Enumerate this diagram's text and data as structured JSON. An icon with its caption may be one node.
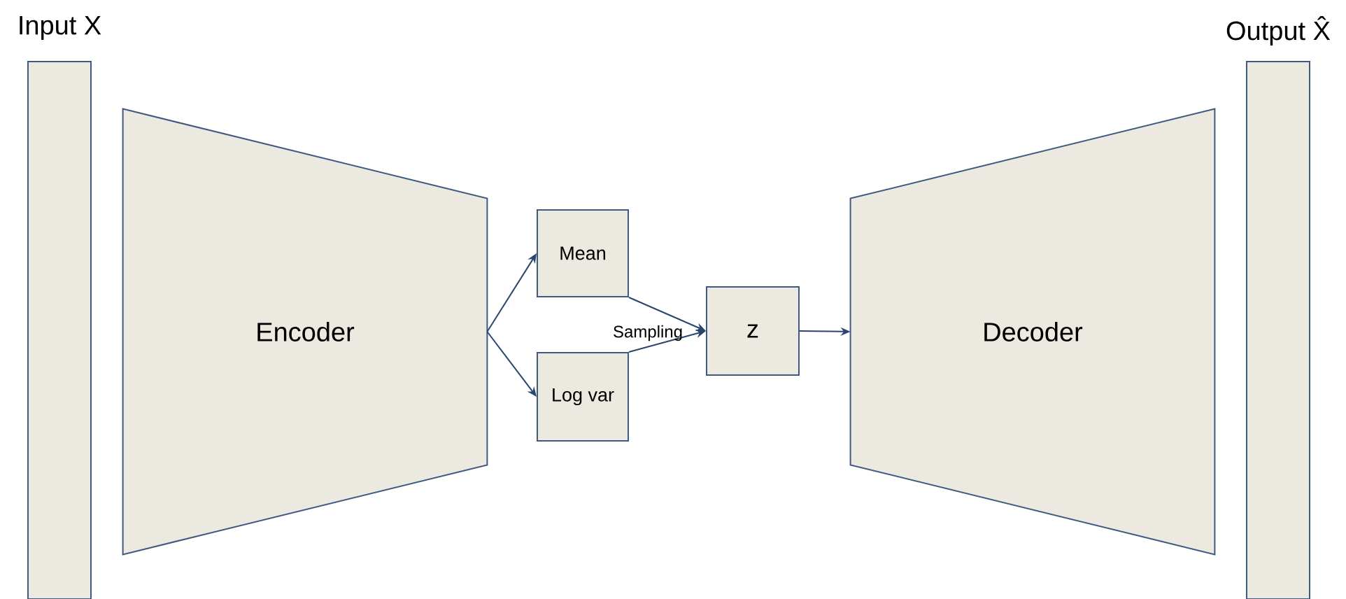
{
  "diagram": {
    "nodes": [
      {
        "text": [
          "Input X"
        ]
      },
      {
        "text": [
          "Encoder"
        ]
      },
      {
        "text": [
          "Mean"
        ]
      },
      {
        "text": [
          "Log var"
        ]
      },
      {
        "text": [
          "z"
        ]
      },
      {
        "text": [
          "Decoder"
        ]
      },
      {
        "text": [
          "Output X̂"
        ]
      }
    ],
    "edges": [
      {
        "from": 1,
        "to": 2,
        "arrow": "to"
      },
      {
        "from": 1,
        "to": 3,
        "arrow": "to"
      },
      {
        "from": 2,
        "to": 4,
        "arrow": "to"
      },
      {
        "from": 3,
        "to": 4,
        "arrow": "to"
      },
      {
        "from": 4,
        "to": 5,
        "arrow": "to"
      }
    ],
    "labels": [
      "Sampling"
    ]
  }
}
